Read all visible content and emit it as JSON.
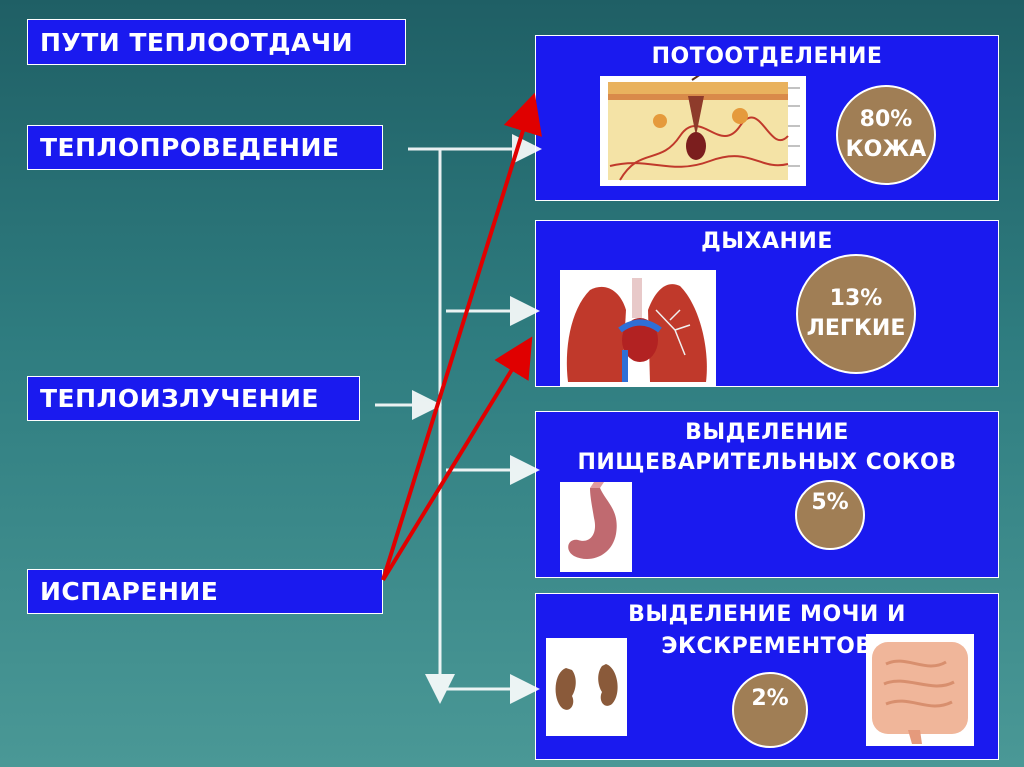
{
  "title": "ПУТИ ТЕПЛООТДАЧИ",
  "methods": {
    "conduction": "ТЕПЛОПРОВЕДЕНИЕ",
    "radiation": "ТЕПЛОИЗЛУЧЕНИЕ",
    "evaporation": "ИСПАРЕНИЕ"
  },
  "panels": {
    "sweat": {
      "title": "ПОТООТДЕЛЕНИЕ",
      "percent": "80%",
      "organ": "КОЖА"
    },
    "breathing": {
      "title": "ДЫХАНИЕ",
      "percent": "13%",
      "organ": "ЛЕГКИЕ"
    },
    "digestive": {
      "title_line1": "ВЫДЕЛЕНИЕ",
      "title_line2": "ПИЩЕВАРИТЕЛЬНЫХ СОКОВ",
      "percent": "5%"
    },
    "excretion": {
      "title_line1": "ВЫДЕЛЕНИЕ МОЧИ И",
      "title_line2": "ЭКСКРЕМЕНТОВ",
      "percent": "2%"
    }
  },
  "colors": {
    "box_fill": "#1a1aef",
    "circle_fill": "#a07e55",
    "arrow_red": "#e00000",
    "arrow_white": "#ffffff"
  }
}
